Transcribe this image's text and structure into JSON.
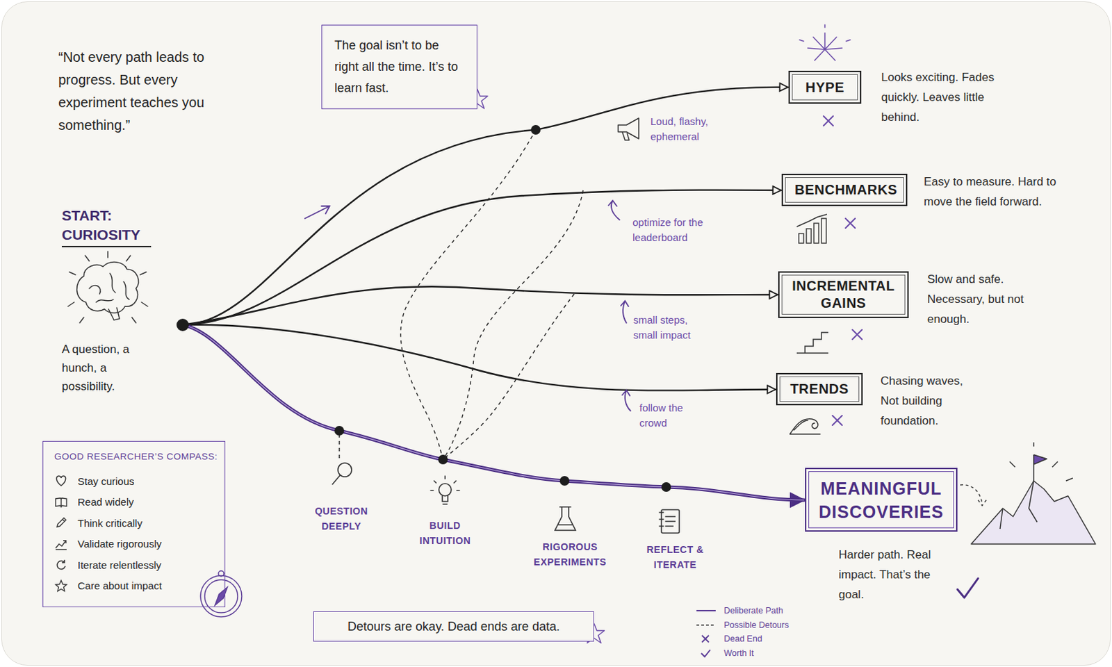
{
  "diagram": {
    "nodes": [
      {
        "text": [
          "START: CURIOSITY",
          "A question, a hunch, a possibility."
        ]
      },
      {
        "text": [
          "The goal isn’t to be right all the time. It’s to learn fast."
        ]
      },
      {
        "text": [
          "HYPE"
        ]
      },
      {
        "text": [
          "BENCHMARKS"
        ]
      },
      {
        "text": [
          "INCREMENTAL GAINS"
        ]
      },
      {
        "text": [
          "TRENDS"
        ]
      },
      {
        "text": [
          "GOOD RESEARCHER’S COMPASS:",
          "Stay curious",
          "Read widely",
          "Think critically",
          "Validate rigorously",
          "Iterate relentlessly",
          "Care about impact"
        ]
      },
      {
        "text": [
          "MEANINGFUL DISCOVERIES"
        ]
      },
      {
        "text": [
          "Detours are okay. Dead ends are data."
        ]
      }
    ],
    "edges": [
      {
        "from": 0,
        "to": 2,
        "arrow": "to"
      },
      {
        "from": 0,
        "to": 3,
        "arrow": "to"
      },
      {
        "from": 0,
        "to": 4,
        "arrow": "to"
      },
      {
        "from": 0,
        "to": 5,
        "arrow": "to"
      },
      {
        "from": 0,
        "to": 7,
        "arrow": "to"
      }
    ],
    "labels": [
      "“Not every path leads to progress. But every experiment teaches you something.”",
      "Looks exciting. Fades quickly. Leaves little behind.",
      "Loud, flashy, ephemeral",
      "Easy to measure. Hard to move the field forward.",
      "optimize for the leaderboard",
      "Slow and safe. Necessary, but not enough.",
      "small steps, small impact",
      "Chasing waves, Not building foundation.",
      "follow the crowd",
      "QUESTION DEEPLY",
      "BUILD INTUITION",
      "RIGOROUS EXPERIMENTS",
      "REFLECT & ITERATE",
      "Harder path. Real impact. That’s the goal."
    ],
    "legend": [
      {
        "text": "Deliberate Path"
      },
      {
        "text": "Possible Detours"
      },
      {
        "text": "Dead End"
      },
      {
        "text": "Worth It"
      }
    ]
  }
}
